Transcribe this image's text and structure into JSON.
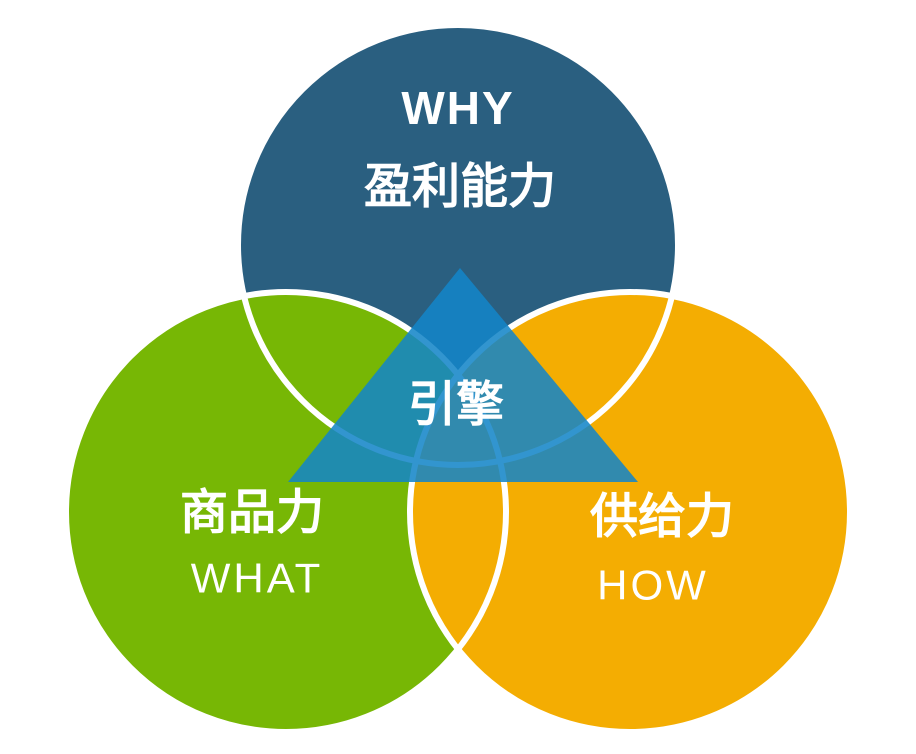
{
  "venn": {
    "background_color": "#FFFFFF",
    "outline_color": "#FFFFFF",
    "circles": [
      {
        "name": "why",
        "color": "#2A5F80",
        "label_en": "WHY",
        "label_zh": "盈利能力"
      },
      {
        "name": "what",
        "color": "#77B705",
        "label_zh": "商品力",
        "label_en": "WHAT"
      },
      {
        "name": "how",
        "color": "#F4AD02",
        "label_zh": "供给力",
        "label_en": "HOW"
      }
    ],
    "center": {
      "color": "#1385C8",
      "label_zh": "引擎"
    }
  }
}
